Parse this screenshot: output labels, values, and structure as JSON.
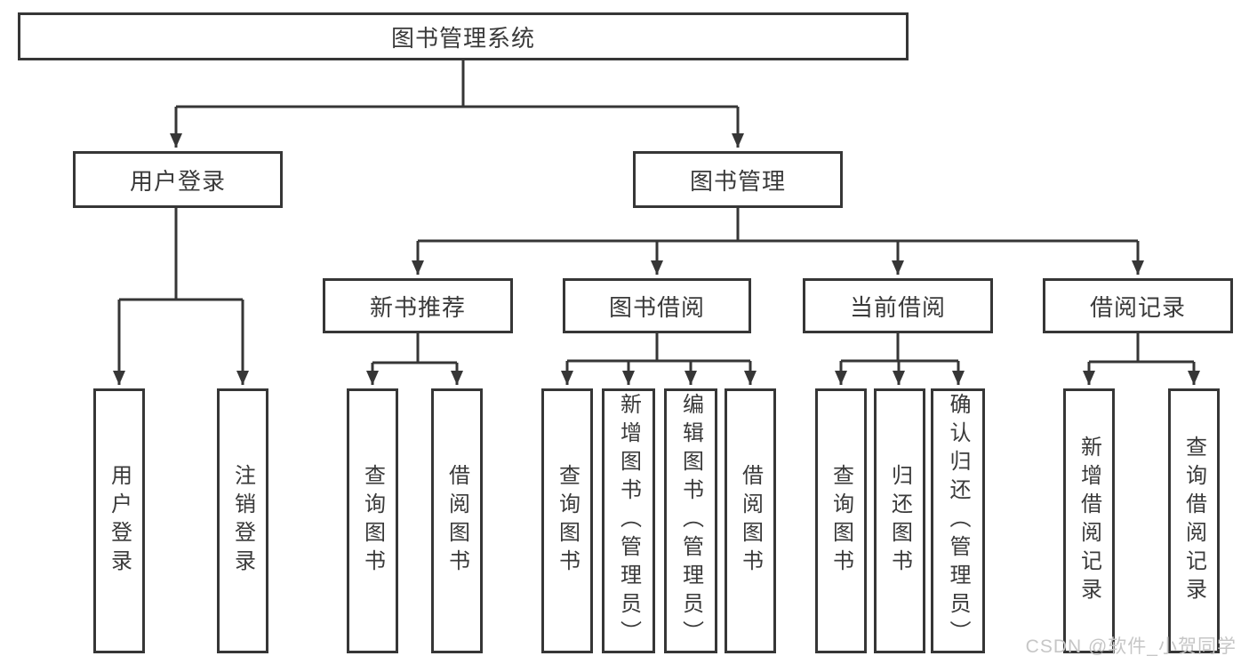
{
  "diagram": {
    "root": "图书管理系统",
    "level2": {
      "user_login": "用户登录",
      "book_management": "图书管理"
    },
    "user_login_children": {
      "login": "用户登录",
      "logout": "注销登录"
    },
    "book_management_children": {
      "new_book_recommend": "新书推荐",
      "book_borrowing": "图书借阅",
      "current_borrowing": "当前借阅",
      "borrowing_records": "借阅记录"
    },
    "new_book_recommend_children": {
      "query_books": "查询图书",
      "borrow_books": "借阅图书"
    },
    "book_borrowing_children": {
      "query_books": "查询图书",
      "add_books_admin": "新增图书（管理员）",
      "edit_books_admin": "编辑图书（管理员）",
      "borrow_books": "借阅图书"
    },
    "current_borrowing_children": {
      "query_books": "查询图书",
      "return_books": "归还图书",
      "confirm_return_admin": "确认归还（管理员）"
    },
    "borrowing_records_children": {
      "add_borrow_record": "新增借阅记录",
      "query_borrow_record": "查询借阅记录"
    }
  },
  "watermark": "CSDN @软件_小贺同学",
  "colors": {
    "background": "#ffffff",
    "box_background": "#ffffff",
    "line": "#363636",
    "text": "#3a3a3a",
    "watermark": "#c6c6c6"
  }
}
